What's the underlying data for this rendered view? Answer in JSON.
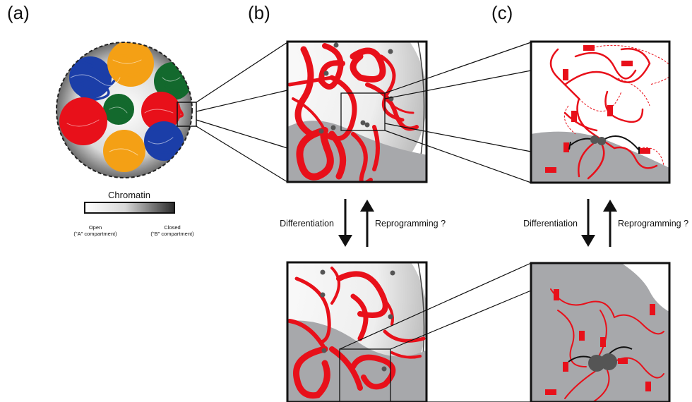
{
  "panels": {
    "a": {
      "label": "(a)"
    },
    "b": {
      "label": "(b)"
    },
    "c": {
      "label": "(c)"
    }
  },
  "legend": {
    "title": "Chromatin",
    "open_line1": "Open",
    "open_line2": "(\"A\" compartment)",
    "closed_line1": "Closed",
    "closed_line2": "(\"B\" compartment)"
  },
  "transitions": {
    "b": {
      "down": "Differentiation",
      "up": "Reprogramming ?"
    },
    "c": {
      "down": "Differentiation",
      "up": "Reprogramming ?"
    }
  },
  "colors": {
    "chromatin_red": "#e8101a",
    "territory_blue": "#1b3ea8",
    "territory_orange": "#f4a015",
    "territory_green": "#13692d",
    "territory_red": "#e8101a",
    "closed_gray": "#a7a8ab",
    "node_gray": "#555555"
  }
}
